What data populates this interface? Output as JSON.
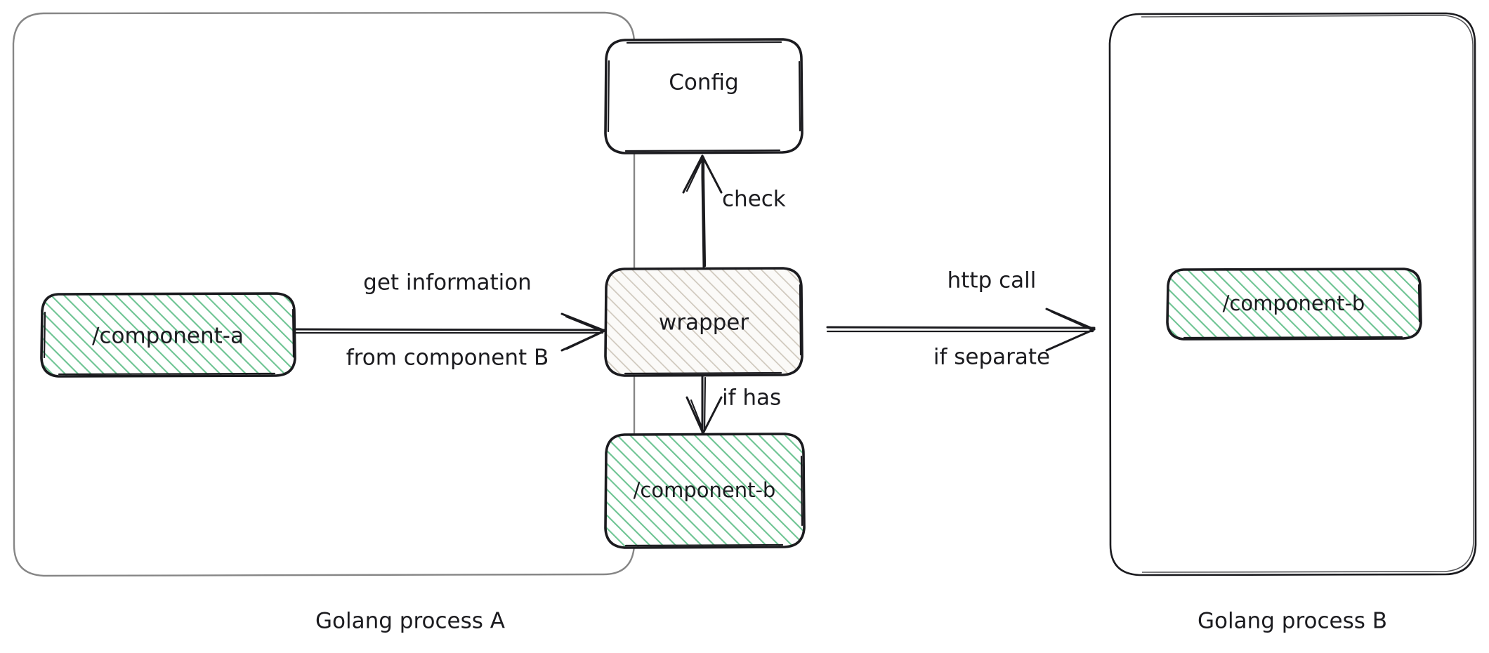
{
  "diagram": {
    "title_visible": false,
    "style": "hand-drawn-sketch",
    "background": "#ffffff",
    "colors": {
      "ink": "#1b1b1f",
      "container_left_border": "#868686",
      "container_right_border": "#1b1b1f",
      "green_hatch": "#66c18c",
      "green_fill": "#ffffff",
      "grey_hatch": "#b7b0a6",
      "grey_fill": "#ffffff"
    },
    "containers": [
      {
        "id": "process-a",
        "caption": "Golang process A",
        "border_color": "#868686"
      },
      {
        "id": "process-b",
        "caption": "Golang process B",
        "border_color": "#1b1b1f"
      }
    ],
    "nodes": [
      {
        "id": "config",
        "label": "Config",
        "fill": "none",
        "container": "process-a"
      },
      {
        "id": "wrapper",
        "label": "wrapper",
        "fill": "grey",
        "container": "process-a"
      },
      {
        "id": "component-a",
        "label": "/component-a",
        "fill": "green",
        "container": "process-a"
      },
      {
        "id": "component-b-in",
        "label": "/component-b",
        "fill": "green",
        "container": "process-a"
      },
      {
        "id": "component-b-out",
        "label": "/component-b",
        "fill": "green",
        "container": "process-b"
      }
    ],
    "edges": [
      {
        "id": "e-check",
        "from": "wrapper",
        "to": "config",
        "label": "check"
      },
      {
        "id": "e-get-info",
        "from": "component-a",
        "to": "wrapper",
        "label_line_1": "get information",
        "label_line_2": "from component B"
      },
      {
        "id": "e-if-has",
        "from": "wrapper",
        "to": "component-b-in",
        "label": "if has"
      },
      {
        "id": "e-http-call",
        "from": "wrapper",
        "to": "component-b-out",
        "label_line_1": "http call",
        "label_line_2": "if separate"
      }
    ]
  }
}
